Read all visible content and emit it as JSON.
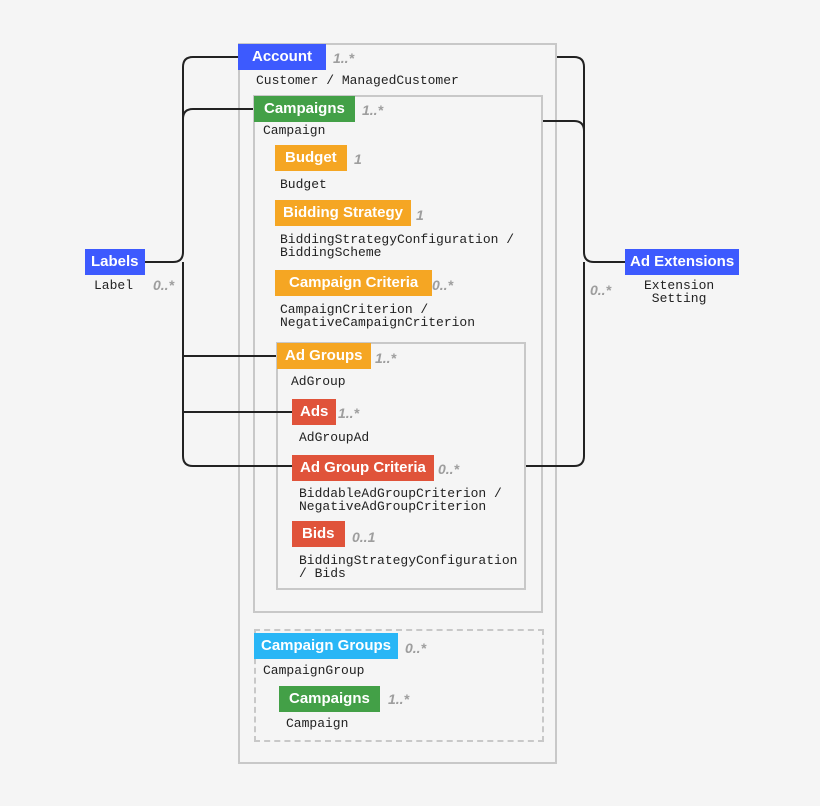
{
  "colors": {
    "blue": "#3d5afe",
    "green": "#43a047",
    "orange": "#f5a623",
    "red": "#e0533a",
    "cyan": "#29b6f6",
    "line": "#222222",
    "border": "#c8c8c8",
    "multiplicity": "#9e9e9e"
  },
  "nodes": {
    "account": {
      "label": "Account",
      "mult": "1..*",
      "cls": "Customer / ManagedCustomer"
    },
    "campaigns": {
      "label": "Campaigns",
      "mult": "1..*",
      "cls": "Campaign"
    },
    "budget": {
      "label": "Budget",
      "mult": "1",
      "cls": "Budget"
    },
    "bidding_strategy": {
      "label": "Bidding Strategy",
      "mult": "1",
      "cls": "BiddingStrategyConfiguration /\nBiddingScheme"
    },
    "campaign_criteria": {
      "label": "Campaign Criteria",
      "mult": "0..*",
      "cls": "CampaignCriterion /\nNegativeCampaignCriterion"
    },
    "ad_groups": {
      "label": "Ad Groups",
      "mult": "1..*",
      "cls": "AdGroup"
    },
    "ads": {
      "label": "Ads",
      "mult": "1..*",
      "cls": "AdGroupAd"
    },
    "ad_group_criteria": {
      "label": "Ad Group Criteria",
      "mult": "0..*",
      "cls": "BiddableAdGroupCriterion /\nNegativeAdGroupCriterion"
    },
    "bids": {
      "label": "Bids",
      "mult": "0..1",
      "cls": "BiddingStrategyConfiguration\n/ Bids"
    },
    "campaign_groups": {
      "label": "Campaign Groups",
      "mult": "0..*",
      "cls": "CampaignGroup"
    },
    "group_campaigns": {
      "label": "Campaigns",
      "mult": "1..*",
      "cls": "Campaign"
    },
    "labels": {
      "label": "Labels",
      "mult": "0..*",
      "cls": "Label"
    },
    "ad_extensions": {
      "label": "Ad Extensions",
      "mult": "0..*",
      "cls": "Extension\nSetting"
    }
  }
}
